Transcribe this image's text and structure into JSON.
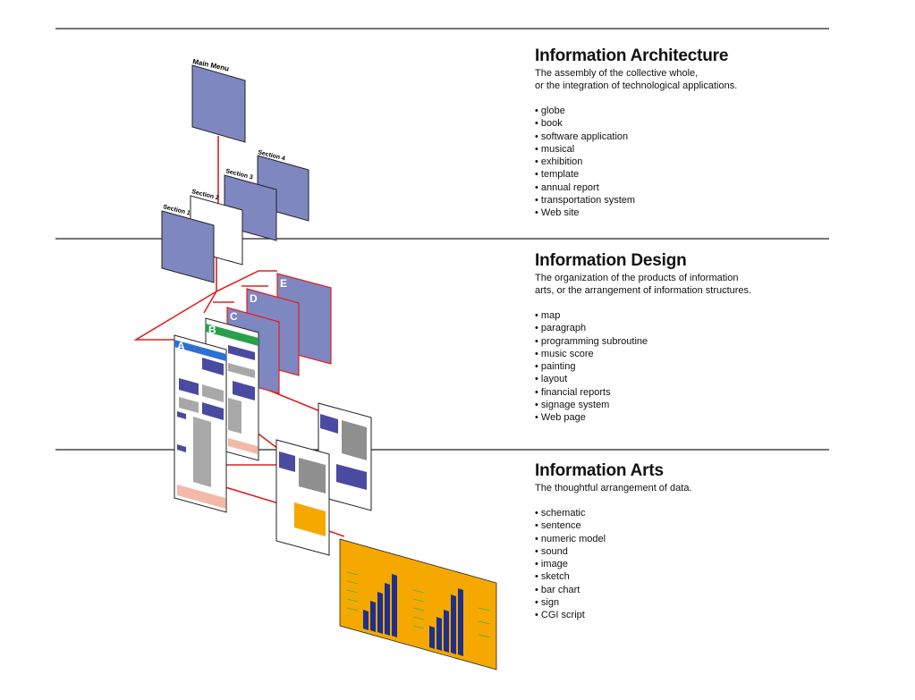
{
  "sections": [
    {
      "title": "Information Architecture",
      "subtitle_lines": [
        "The assembly of the collective whole,",
        "or the integration of technological applications."
      ],
      "items": [
        "globe",
        "book",
        "software application",
        "musical",
        "exhibition",
        "template",
        "annual report",
        "transportation system",
        "Web site"
      ]
    },
    {
      "title": "Information Design",
      "subtitle_lines": [
        "The organization of the products of information",
        "arts, or the arrangement of information structures."
      ],
      "items": [
        "map",
        "paragraph",
        "programming subroutine",
        "music score",
        "painting",
        "layout",
        "financial reports",
        "signage system",
        "Web page"
      ]
    },
    {
      "title": "Information Arts",
      "subtitle_lines": [
        "The thoughtful arrangement of data."
      ],
      "items": [
        "schematic",
        "sentence",
        "numeric model",
        "sound",
        "image",
        "sketch",
        "bar chart",
        "sign",
        "CGI script"
      ]
    }
  ],
  "diagram": {
    "main_menu": "Main Menu",
    "sections": [
      "Section 1",
      "Section 2",
      "Section 3",
      "Section 4"
    ],
    "pages": [
      "A",
      "B",
      "C",
      "D",
      "E"
    ]
  },
  "colors": {
    "panel": "#7f87c0",
    "panel_edge": "#222222",
    "connector": "#e02020",
    "page_a": "#2e6fd6",
    "page_b": "#2aa04a",
    "dark_block": "#4a4aa0",
    "gray_block": "#a8a8a8",
    "pink_cell": "#f3b9a8",
    "orange": "#f5a800",
    "bar": "#1f2f8a"
  }
}
